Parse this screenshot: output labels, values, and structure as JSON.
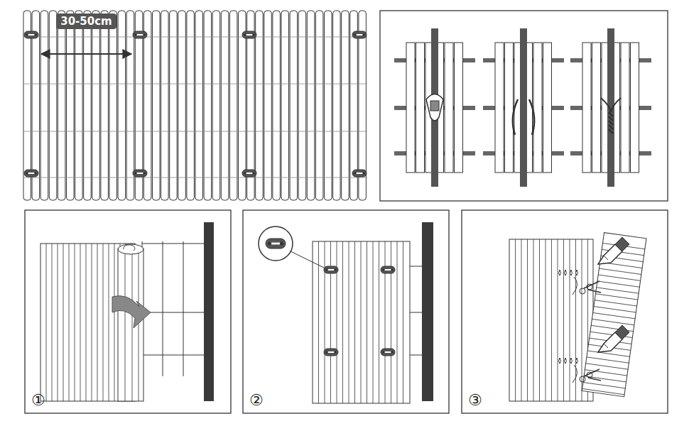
{
  "diagram": {
    "nodes": [
      {
        "text": [
          "30-50cm"
        ]
      }
    ],
    "labels": [
      "①",
      "②",
      "③"
    ]
  }
}
